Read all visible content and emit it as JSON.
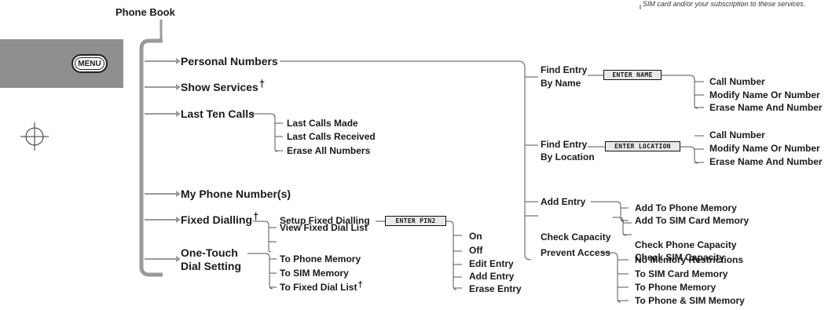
{
  "title": "Phone Book",
  "note": "SIM card and/or your subscription to these services.",
  "menu_button": "MENU",
  "main_items": [
    "Personal Numbers",
    "Show Services",
    "Last Ten Calls",
    "My Phone Number(s)",
    "Fixed Dialling",
    "One-Touch",
    "Dial Setting"
  ],
  "dagger": "†",
  "last_ten_calls": [
    "Last Calls Made",
    "Last Calls Received",
    "Erase All Numbers"
  ],
  "fixed_dialling": [
    "View Fixed Dial List",
    "Setup Fixed Dialling"
  ],
  "keys": {
    "pin2": "ENTER PIN2",
    "name": "ENTER NAME",
    "location": "ENTER LOCATION"
  },
  "pin2_options": [
    "On",
    "Off",
    "Edit Entry",
    "Add Entry",
    "Erase Entry"
  ],
  "one_touch": [
    "To Phone Memory",
    "To SIM Memory",
    "To Fixed Dial List"
  ],
  "personal_numbers": {
    "find_by_name": [
      "Find Entry",
      "By Name"
    ],
    "find_by_location": [
      "Find Entry",
      "By Location"
    ],
    "add_entry": "Add Entry",
    "check_capacity": "Check Capacity",
    "prevent_access": "Prevent Access"
  },
  "name_options": [
    "Call Number",
    "Modify Name Or Number",
    "Erase Name And Number"
  ],
  "location_options": [
    "Call Number",
    "Modify Name Or Number",
    "Erase Name And Number"
  ],
  "add_entry_options": [
    "Add To Phone Memory",
    "Add To SIM Card Memory"
  ],
  "capacity_options": [
    "Check Phone Capacity",
    "Check SIM Capacity"
  ],
  "prevent_options": [
    "No Memory Restrictions",
    "To SIM Card Memory",
    "To Phone Memory",
    "To Phone & SIM Memory"
  ]
}
